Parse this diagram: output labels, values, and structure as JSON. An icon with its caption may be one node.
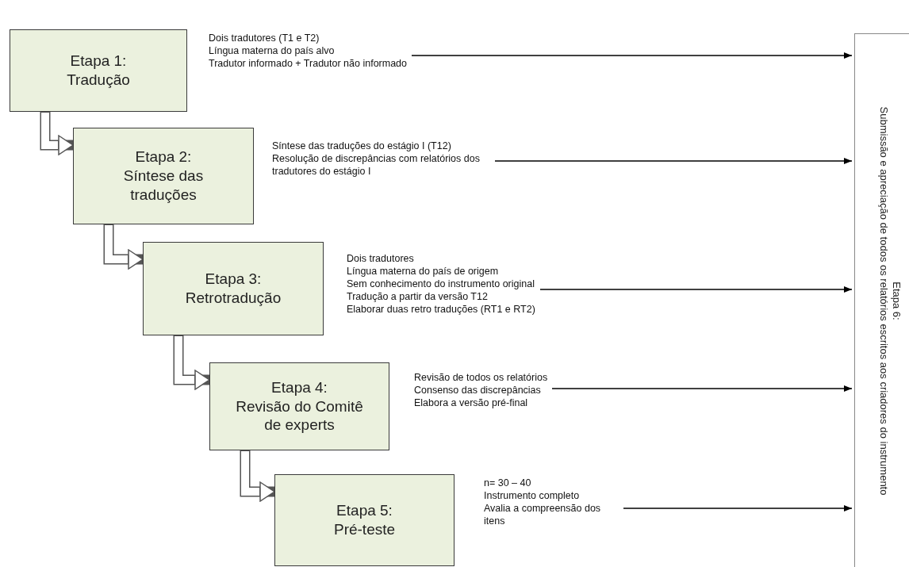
{
  "diagram": {
    "nodes": [
      {
        "text": [
          "Etapa 1:",
          "Tradução"
        ]
      },
      {
        "text": [
          "Etapa 2:",
          "Síntese das traduções"
        ]
      },
      {
        "text": [
          "Etapa 3:",
          "Retrotradução"
        ]
      },
      {
        "text": [
          "Etapa 4:",
          "Revisão do Comitê de experts"
        ]
      },
      {
        "text": [
          "Etapa 5:",
          "Pré-teste"
        ]
      },
      {
        "text": [
          "Dois tradutores (T1 e T2)",
          "Língua materna do país alvo",
          "Tradutor informado + Tradutor não informado"
        ]
      },
      {
        "text": [
          "Síntese das traduções do estágio I (T12)",
          "Resolução de discrepâncias com relatórios dos tradutores do estágio I"
        ]
      },
      {
        "text": [
          "Dois tradutores",
          "Língua materna do país de origem",
          "Sem conhecimento do instrumento original",
          "Tradução a partir da versão T12",
          "Elaborar duas retro traduções (RT1 e RT2)"
        ]
      },
      {
        "text": [
          "Revisão de todos os relatórios",
          "Consenso das discrepâncias",
          "Elabora a versão pré-final"
        ]
      },
      {
        "text": [
          "n= 30 – 40",
          "Instrumento completo",
          "Avalia a compreensão dos itens"
        ]
      },
      {
        "text": [
          "Etapa 6:",
          "Submissão e apreciação de todos os relatórios escritos aos criadores do instrumento"
        ]
      }
    ],
    "edges": [
      {
        "from": 0,
        "to": 1,
        "arrow": "to",
        "style": "thick"
      },
      {
        "from": 1,
        "to": 2,
        "arrow": "to",
        "style": "thick"
      },
      {
        "from": 2,
        "to": 3,
        "arrow": "to",
        "style": "thick"
      },
      {
        "from": 3,
        "to": 4,
        "arrow": "to",
        "style": "thick"
      },
      {
        "from": 5,
        "to": 10,
        "arrow": "to"
      },
      {
        "from": 6,
        "to": 10,
        "arrow": "to"
      },
      {
        "from": 7,
        "to": 10,
        "arrow": "to"
      },
      {
        "from": 8,
        "to": 10,
        "arrow": "to"
      },
      {
        "from": 9,
        "to": 10,
        "arrow": "to"
      }
    ]
  }
}
